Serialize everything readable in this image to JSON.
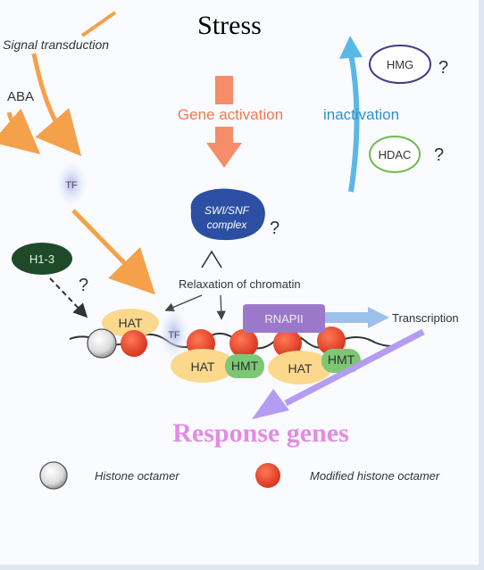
{
  "title": "Stress",
  "labels": {
    "signal_transduction": "Signal transduction",
    "aba": "ABA",
    "tf_upper": "TF",
    "h1_3": "H1-3",
    "h1_question": "?",
    "gene_activation": "Gene activation",
    "inactivation": "inactivation",
    "hmg": "HMG",
    "hmg_question": "?",
    "hdac": "HDAC",
    "hdac_question": "?",
    "swi_snf_line1": "SWI/SNF",
    "swi_snf_line2": "complex",
    "swi_question": "?",
    "relaxation": "Relaxation of chromatin",
    "hat_left": "HAT",
    "tf_chromatin": "TF",
    "rnapii": "RNAPII",
    "transcription": "Transcription",
    "hat_bottom_1": "HAT",
    "hmt_1": "HMT",
    "hat_bottom_2": "HAT",
    "hmt_2": "HMT",
    "response_genes": "Response genes"
  },
  "legend": {
    "histone_octamer": "Histone octamer",
    "modified_histone_octamer": "Modified histone octamer"
  },
  "colors": {
    "orange_arrow": "#f5a04a",
    "salmon_arrow": "#f58d6b",
    "gene_activation_text": "#f07a52",
    "blue_arrow": "#5ab8e6",
    "inactivation_text": "#2f8fcc",
    "hmg_border": "#3e3b86",
    "hdac_border": "#6dbb4a",
    "swi_snf_fill": "#2c4fa3",
    "h1_fill": "#1f4a2a",
    "tf_fill": "#c9cff0",
    "hat_fill": "#fbd88c",
    "hmt_fill": "#7cc774",
    "rnapii_fill": "#9b78c9",
    "transcription_arrow": "#9cc0ea",
    "response_arrow": "#b49cf2",
    "response_text": "#e58ae6",
    "modified_histone": "#e8442f"
  }
}
